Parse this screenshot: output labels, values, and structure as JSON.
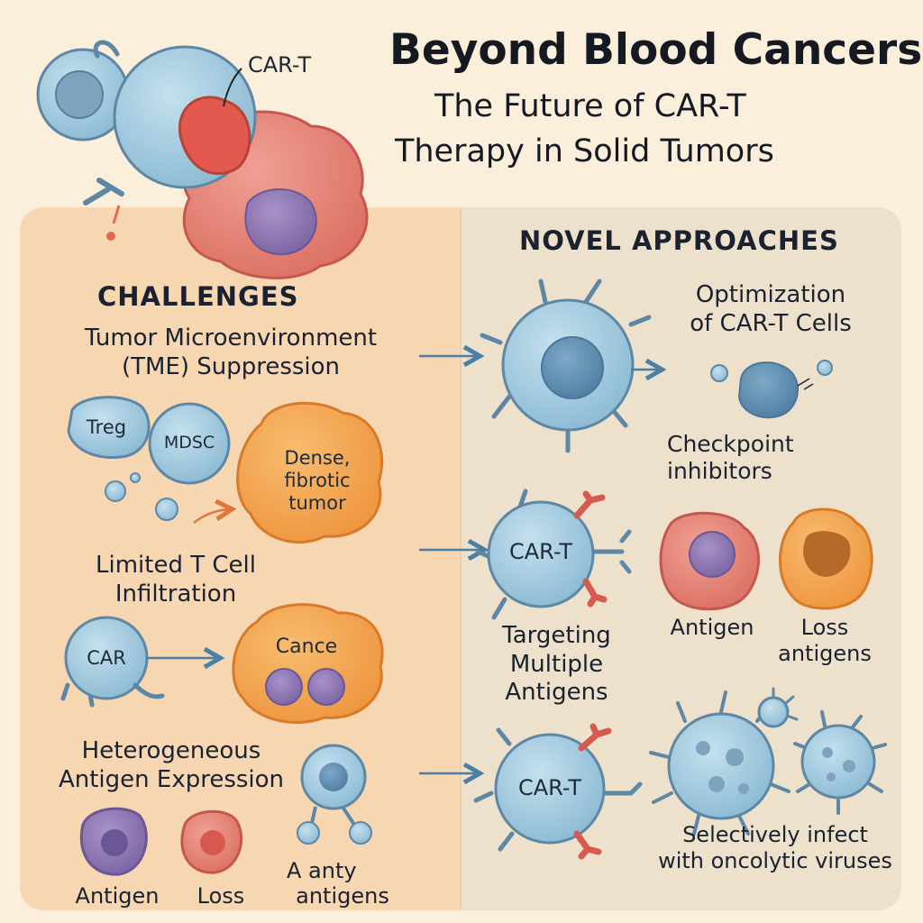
{
  "title": {
    "line1": "Beyond Blood Cancers",
    "line2": "The Future of CAR-T",
    "line3": "Therapy in Solid Tumors"
  },
  "hero": {
    "label": "CAR-T"
  },
  "challenges": {
    "heading": "CHALLENGES",
    "tme": {
      "title_line1": "Tumor Microenvironment",
      "title_line2": "(TME) Suppression",
      "treg": "Treg",
      "mdsc": "MDSC",
      "tumor_line1": "Dense,",
      "tumor_line2": "fibrotic",
      "tumor_line3": "tumor"
    },
    "infiltration": {
      "title_line1": "Limited T Cell",
      "title_line2": "Infiltration",
      "car": "CAR",
      "cancer": "Cance"
    },
    "heterogeneous": {
      "title_line1": "Heterogeneous",
      "title_line2": "Antigen Expression",
      "antigen": "Antigen",
      "loss": "Loss",
      "many_line1": "A anty",
      "many_line2": "antigens"
    }
  },
  "approaches": {
    "heading": "NOVEL APPROACHES",
    "optimization": {
      "title_line1": "Optimization",
      "title_line2": "of CAR-T Cells",
      "checkpoint_line1": "Checkpoint",
      "checkpoint_line2": "inhibitors"
    },
    "multiple": {
      "cell": "CAR-T",
      "title_line1": "Targeting",
      "title_line2": "Multiple",
      "title_line3": "Antigens",
      "antigen": "Antigen",
      "loss_line1": "Loss",
      "loss_line2": "antigens"
    },
    "oncolytic": {
      "cell": "CAR-T",
      "caption_line1": "Selectively infect",
      "caption_line2": "with oncolytic viruses"
    }
  },
  "colors": {
    "background": "#fbefdc",
    "left_panel": "#f6d7b2",
    "right_panel": "#ede1cc",
    "tcell_blue": "#9cc7dd",
    "tumor_orange": "#f3a24c",
    "tumor_red": "#e48077",
    "antigen_purple": "#8e7bb3",
    "arrow_blue": "#4a7fa6"
  }
}
